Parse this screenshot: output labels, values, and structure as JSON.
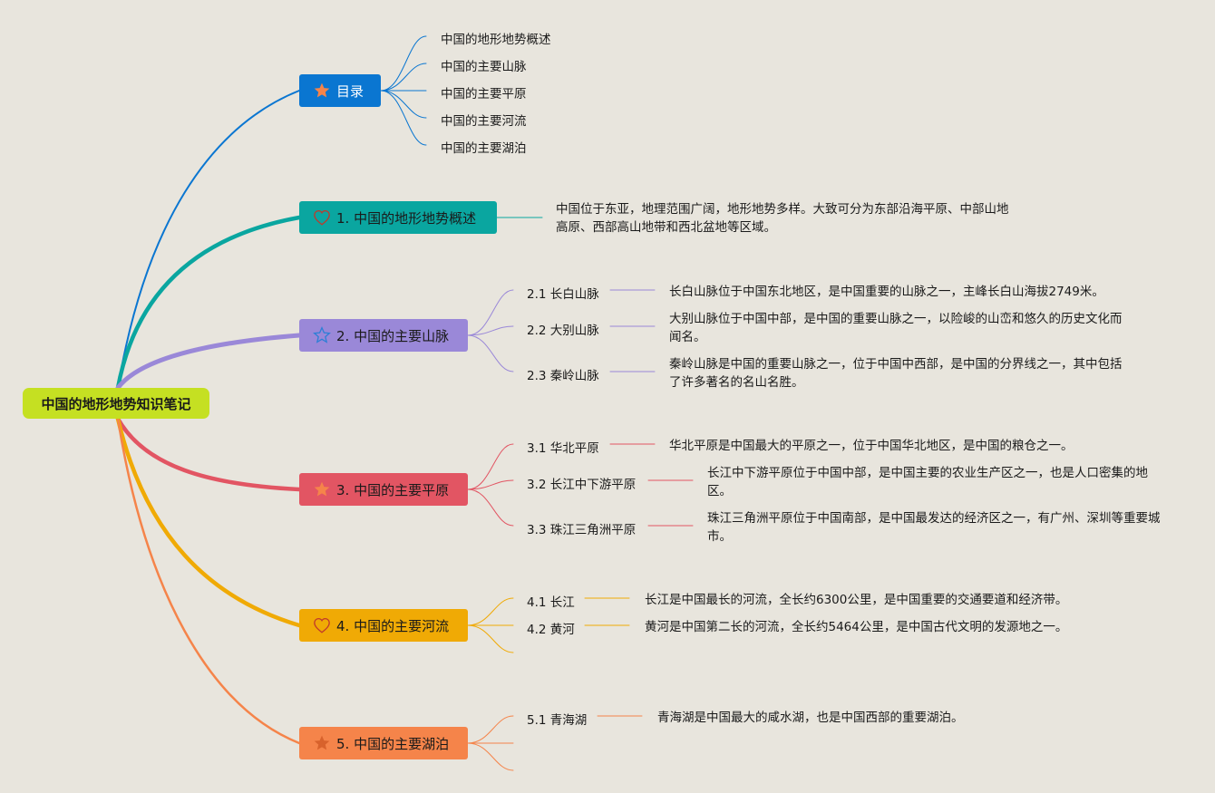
{
  "root": "中国的地形地势知识笔记",
  "colors": {
    "background": "#e8e5dd",
    "root": "#c5e022",
    "toc": "#0a76d1",
    "branch1": "#0aa6a0",
    "branch2": "#9a88d8",
    "branch3": "#e25563",
    "branch4": "#f0aa05",
    "branch5": "#f5844a"
  },
  "toc": {
    "label": "目录",
    "icon": "star-icon",
    "items": [
      "中国的地形地势概述",
      "中国的主要山脉",
      "中国的主要平原",
      "中国的主要河流",
      "中国的主要湖泊"
    ]
  },
  "branches": [
    {
      "label": "1. 中国的地形地势概述",
      "icon": "heart-icon",
      "note": "中国位于东亚，地理范围广阔，地形地势多样。大致可分为东部沿海平原、中部山地高原、西部高山地带和西北盆地等区域。",
      "children": []
    },
    {
      "label": "2. 中国的主要山脉",
      "icon": "star-outline-icon",
      "children": [
        {
          "label": "2.1 长白山脉",
          "note": "长白山脉位于中国东北地区，是中国重要的山脉之一，主峰长白山海拔2749米。"
        },
        {
          "label": "2.2 大别山脉",
          "note": "大别山脉位于中国中部，是中国的重要山脉之一，以险峻的山峦和悠久的历史文化而闻名。"
        },
        {
          "label": "2.3 秦岭山脉",
          "note": "秦岭山脉是中国的重要山脉之一，位于中国中西部，是中国的分界线之一，其中包括了许多著名的名山名胜。"
        }
      ]
    },
    {
      "label": "3. 中国的主要平原",
      "icon": "star-icon",
      "children": [
        {
          "label": "3.1 华北平原",
          "note": "华北平原是中国最大的平原之一，位于中国华北地区，是中国的粮仓之一。"
        },
        {
          "label": "3.2 长江中下游平原",
          "note": "长江中下游平原位于中国中部，是中国主要的农业生产区之一，也是人口密集的地区。"
        },
        {
          "label": "3.3 珠江三角洲平原",
          "note": "珠江三角洲平原位于中国南部，是中国最发达的经济区之一，有广州、深圳等重要城市。"
        }
      ]
    },
    {
      "label": "4. 中国的主要河流",
      "icon": "heart-icon",
      "children": [
        {
          "label": "4.1 长江",
          "note": "长江是中国最长的河流，全长约6300公里，是中国重要的交通要道和经济带。"
        },
        {
          "label": "4.2 黄河",
          "note": "黄河是中国第二长的河流，全长约5464公里，是中国古代文明的发源地之一。"
        }
      ]
    },
    {
      "label": "5. 中国的主要湖泊",
      "icon": "star-icon",
      "children": [
        {
          "label": "5.1 青海湖",
          "note": "青海湖是中国最大的咸水湖，也是中国西部的重要湖泊。"
        }
      ]
    }
  ]
}
